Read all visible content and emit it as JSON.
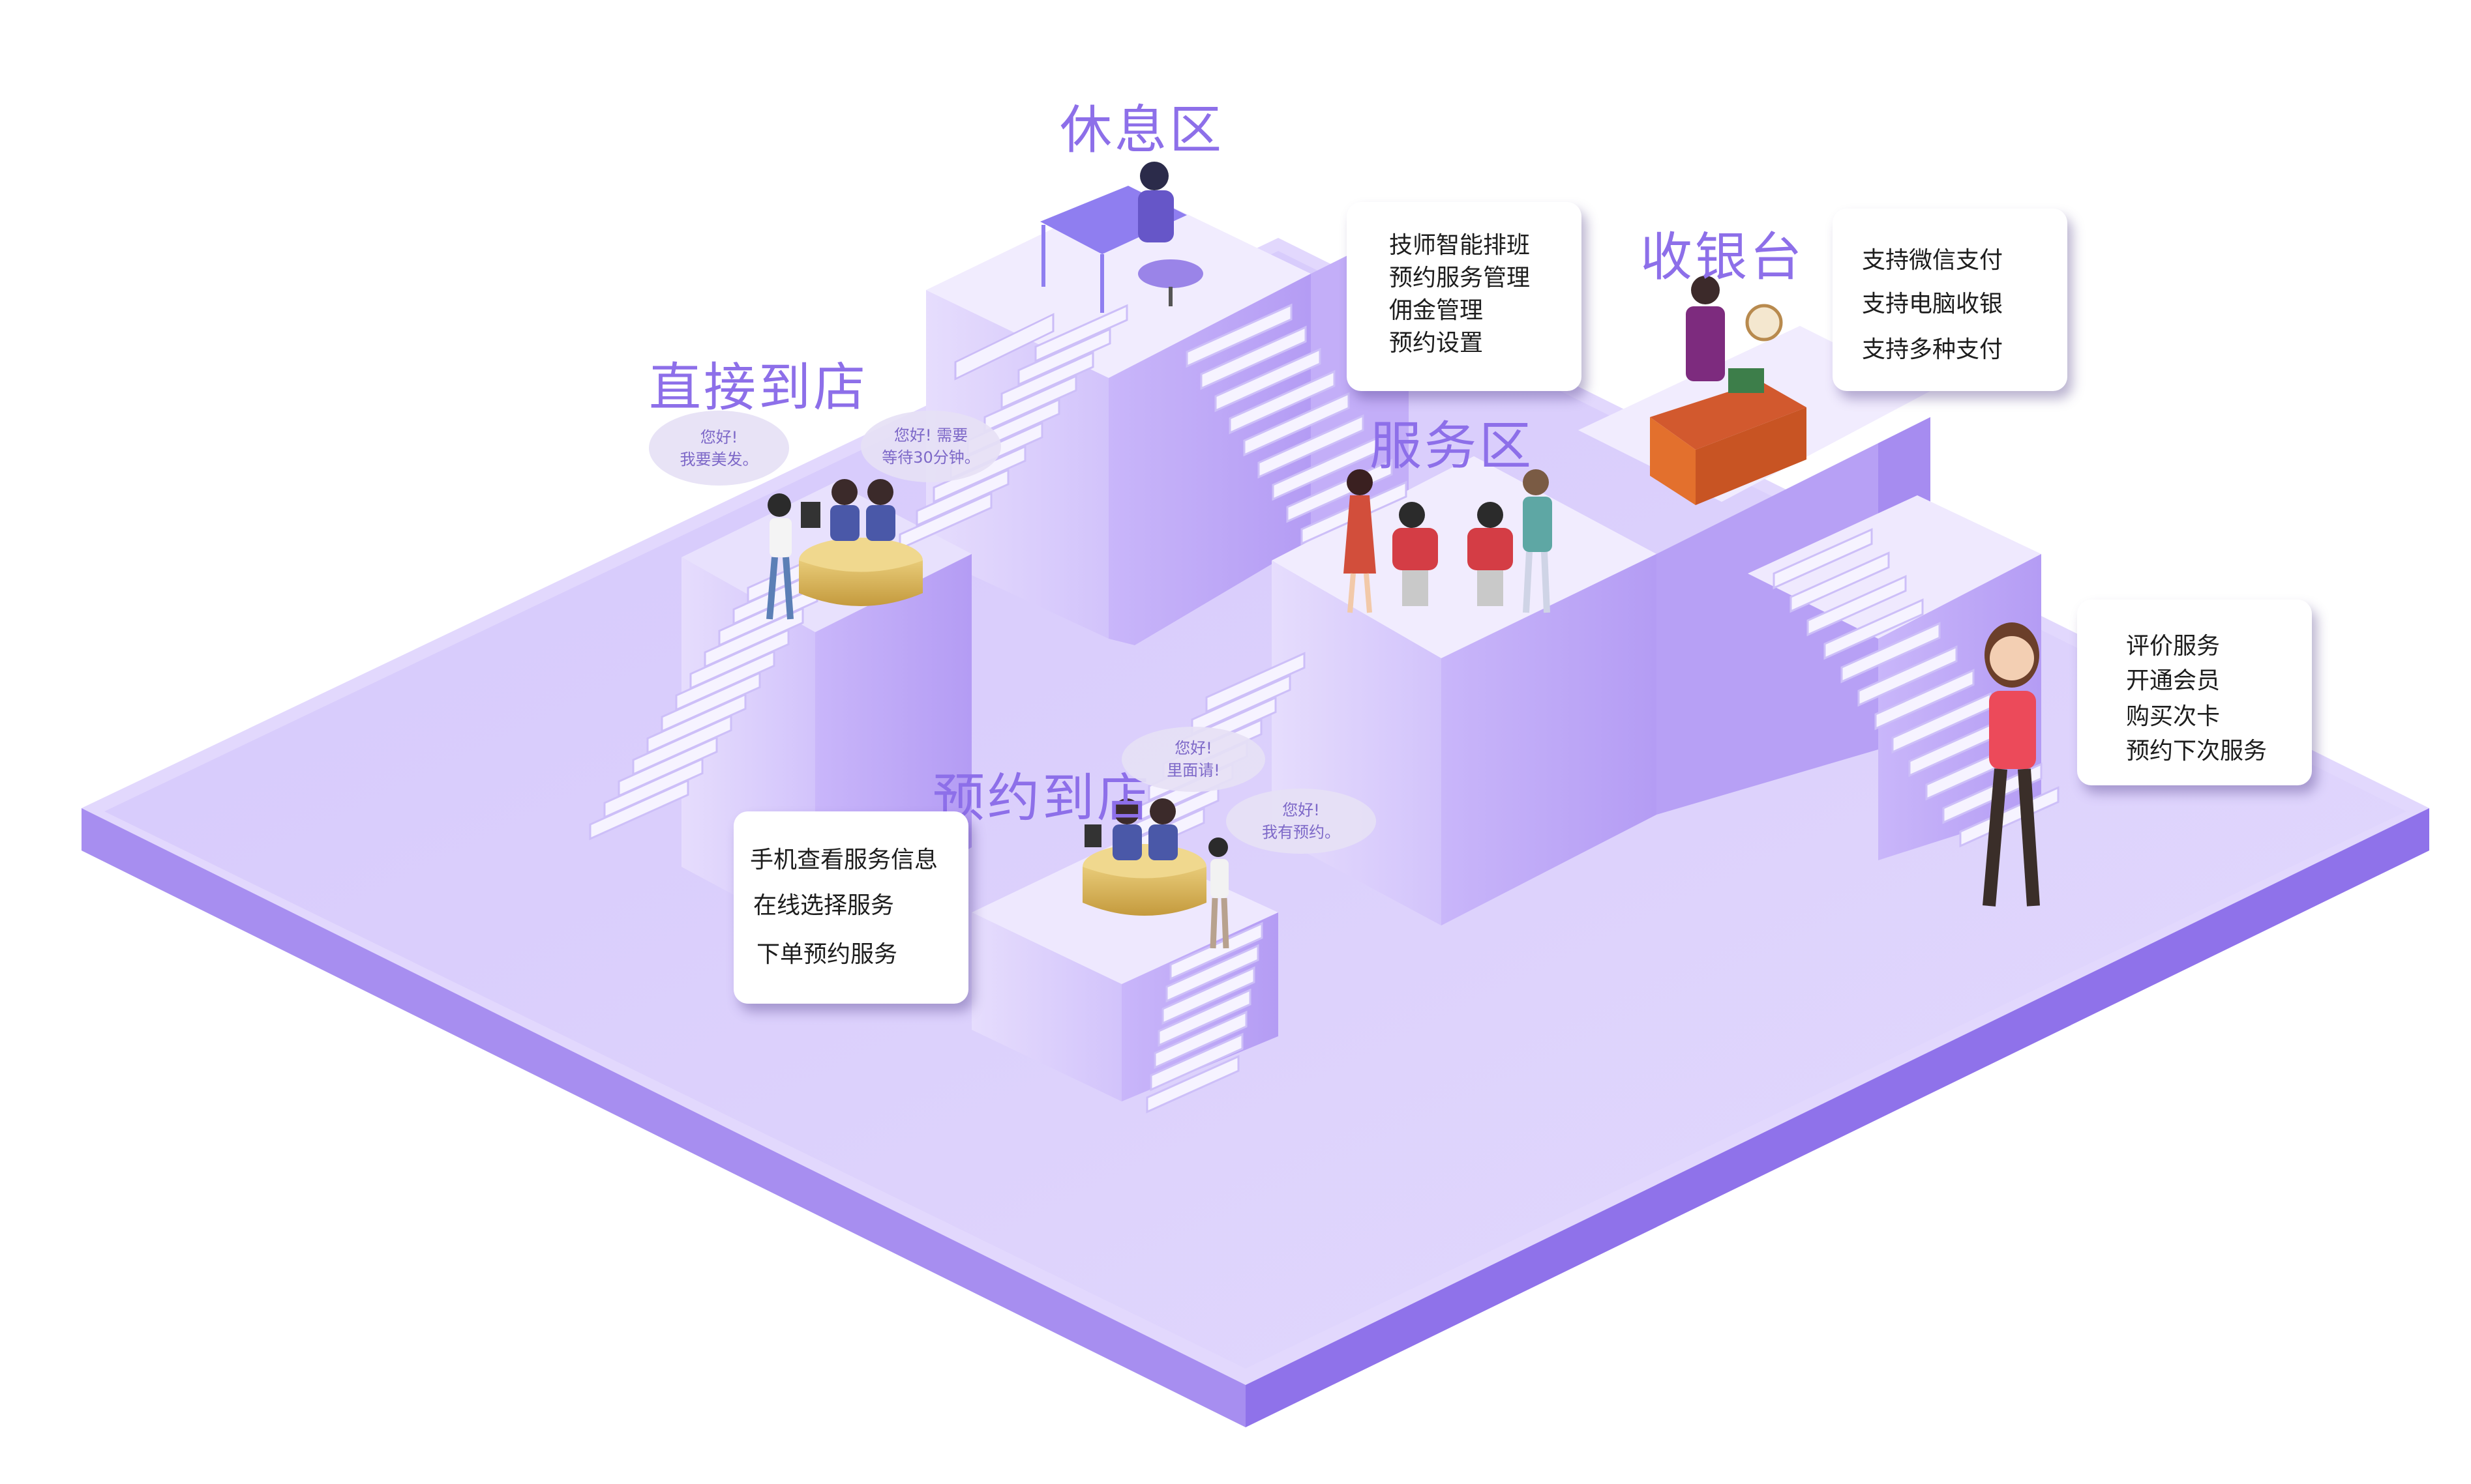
{
  "zones": {
    "rest": "休息区",
    "direct": "直接到店",
    "service": "服务区",
    "cashier": "收银台",
    "appointment": "预约到店"
  },
  "cards": {
    "staff_mgmt": [
      "技师智能排班",
      "预约服务管理",
      "佣金管理",
      "预约设置"
    ],
    "payment": [
      "支持微信支付",
      "支持电脑收银",
      "支持多种支付"
    ],
    "member": [
      "评价服务",
      "开通会员",
      "购买次卡",
      "预约下次服务"
    ],
    "online": [
      "手机查看服务信息",
      "在线选择服务",
      "下单预约服务"
    ]
  },
  "bubbles": {
    "customer_direct": [
      "您好!",
      "我要美发。"
    ],
    "staff_wait": [
      "您好! 需要",
      "等待30分钟。"
    ],
    "staff_welcome": [
      "您好!",
      "里面请!"
    ],
    "customer_booked": [
      "您好!",
      "我有预约。"
    ]
  },
  "colors": {
    "accent": "#8d6fe9",
    "platform_top": "#d9cdfc",
    "platform_side": "#a48bf0",
    "block_light": "#ece6fd",
    "desk": "#d8b455",
    "cashier_desk": "#e3702d"
  }
}
